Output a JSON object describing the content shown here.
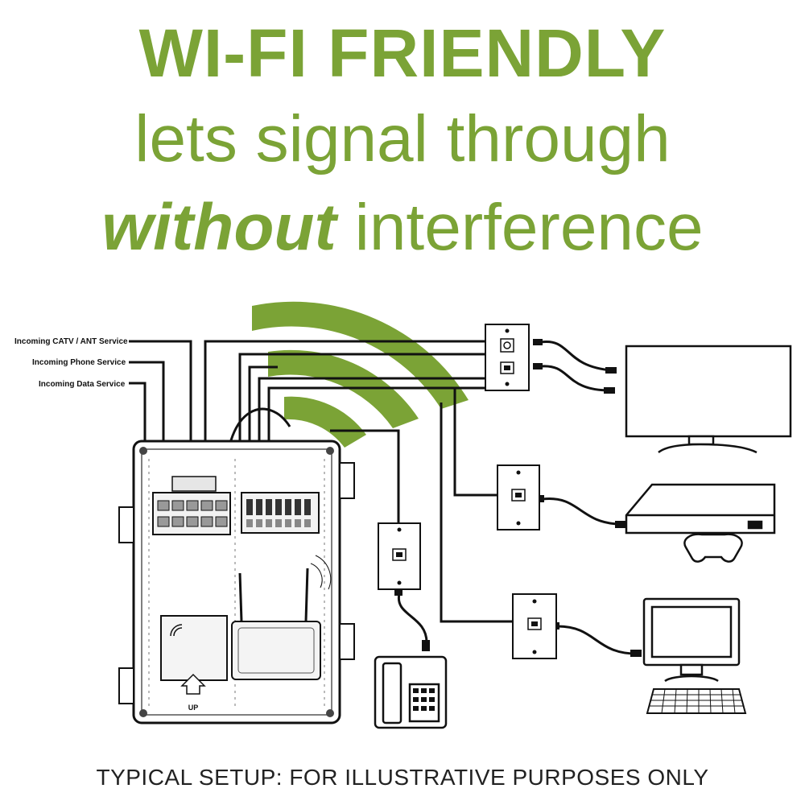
{
  "headline": {
    "line1": "WI-FI FRIENDLY",
    "line2": "lets signal through",
    "line3_emphasis": "without",
    "line3_rest": "interference"
  },
  "service_labels": {
    "catv": "Incoming CATV / ANT Service",
    "phone": "Incoming Phone Service",
    "data": "Incoming Data Service"
  },
  "enclosure_marking": "UP",
  "footer": "TYPICAL SETUP: FOR ILLUSTRATIVE PURPOSES ONLY",
  "colors": {
    "brand_green": "#7ba336",
    "line": "#111111",
    "panel_gray": "#e6e6e6"
  },
  "icons": [
    "wifi-signal-icon",
    "television-icon",
    "game-console-icon",
    "gamepad-icon",
    "desktop-computer-icon",
    "keyboard-icon",
    "telephone-icon",
    "wall-jack-icon",
    "router-icon"
  ]
}
